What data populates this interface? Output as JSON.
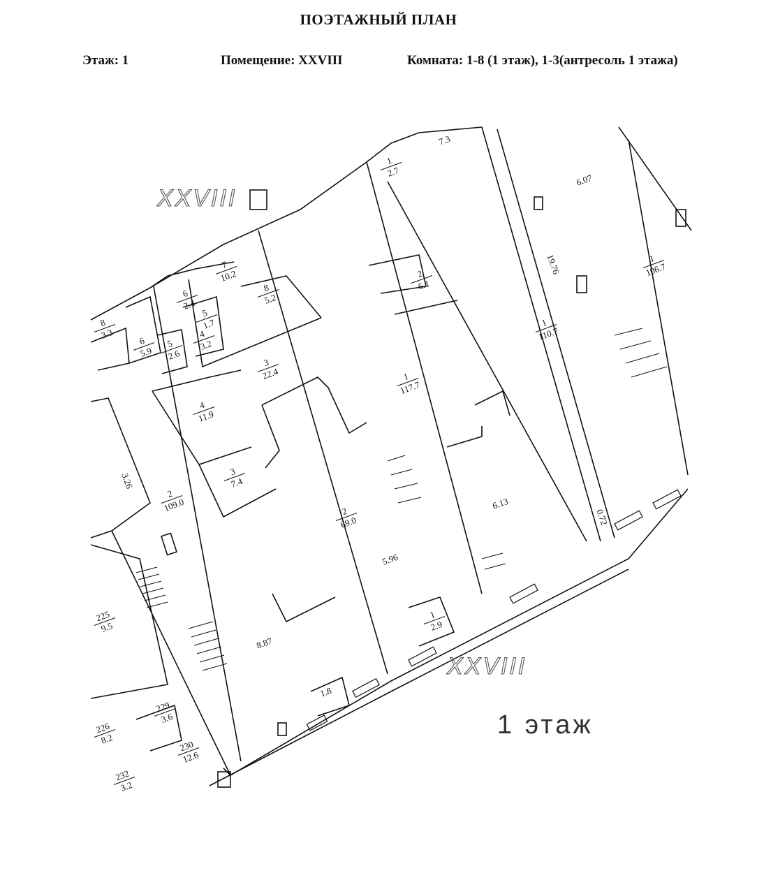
{
  "header": {
    "title": "ПОЭТАЖНЫЙ ПЛАН",
    "floor": "Этаж: 1",
    "premises": "Помещение: XXVIII",
    "rooms": "Комната: 1-8 (1 этаж), 1-3(антресоль 1 этажа)"
  },
  "plan": {
    "stamps": [
      "XXVIII",
      "XXVIII"
    ],
    "floor_caption": "1 этаж",
    "rooms": [
      {
        "num": "7",
        "area": "10.2"
      },
      {
        "num": "6",
        "area": "2.4"
      },
      {
        "num": "8",
        "area": "5.2"
      },
      {
        "num": "5",
        "area": "1.7"
      },
      {
        "num": "4",
        "area": "3.2"
      },
      {
        "num": "3",
        "area": "22.4"
      },
      {
        "num": "4",
        "area": "11.9"
      },
      {
        "num": "3",
        "area": "7.4"
      },
      {
        "num": "2",
        "area": "109.0"
      },
      {
        "num": "2",
        "area": "69.0"
      },
      {
        "num": "1",
        "area": "117.7"
      },
      {
        "num": "2",
        "area": "6.1"
      },
      {
        "num": "1",
        "area": "110.7"
      },
      {
        "num": "1",
        "area": "106.7"
      },
      {
        "num": "1",
        "area": "2.9"
      },
      {
        "num": "1",
        "area": "2.7"
      },
      {
        "num": "8",
        "area": "3.3"
      },
      {
        "num": "6",
        "area": "5.9"
      },
      {
        "num": "5",
        "area": "2.6"
      },
      {
        "num": "225",
        "area": "9.5"
      },
      {
        "num": "229",
        "area": "3.6"
      },
      {
        "num": "226",
        "area": "8.2"
      },
      {
        "num": "230",
        "area": "12.6"
      },
      {
        "num": "232",
        "area": "3.2"
      }
    ],
    "heights": [
      "6.07",
      "19.76",
      "6.13",
      "5.96",
      "8.87",
      "3.26",
      "7.3",
      "1.8",
      "0.72"
    ]
  }
}
